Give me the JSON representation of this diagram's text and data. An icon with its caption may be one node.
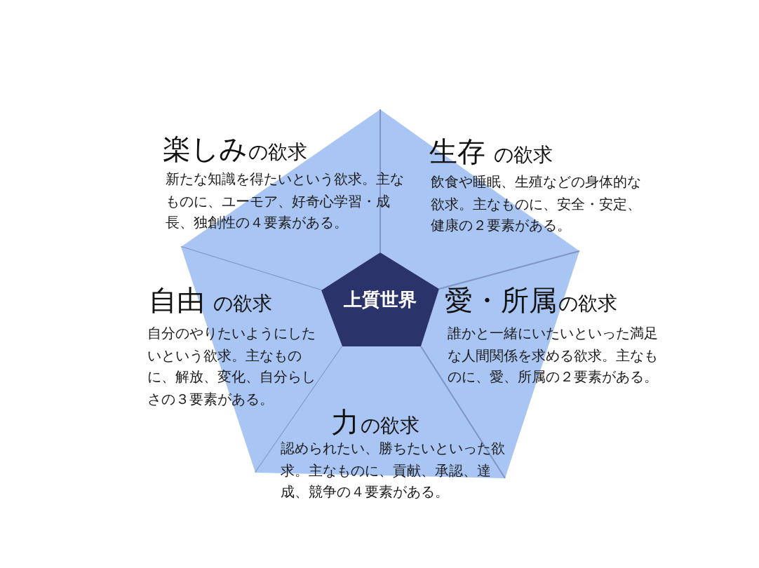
{
  "diagram": {
    "nodes": [
      {
        "text": [
          "楽しみ",
          "の欲求",
          "新たな知識を得たいという欲求。主なものに、ユーモア、好奇心学習・成長、独創性の４要素がある。"
        ]
      },
      {
        "text": [
          "生存",
          "の欲求",
          "飲食や睡眠、生殖などの身体的な欲求。主なものに、安全・安定、健康の２要素がある。"
        ]
      },
      {
        "text": [
          "自由",
          "の欲求",
          "自分のやりたいようにしたいという欲求。主なものに、解放、変化、自分らしさの３要素がある。"
        ]
      },
      {
        "text": [
          "上質世界"
        ]
      },
      {
        "text": [
          "愛・所属",
          "の欲求",
          "誰かと一緒にいたいといった満足な人間関係を求める欲求。主なものに、愛、所属の２要素がある。"
        ]
      },
      {
        "text": [
          "力",
          "の欲求",
          "認められたい、勝ちたいといった欲求。主なものに、貢献、承認、達成、競争の４要素がある。"
        ]
      }
    ]
  }
}
